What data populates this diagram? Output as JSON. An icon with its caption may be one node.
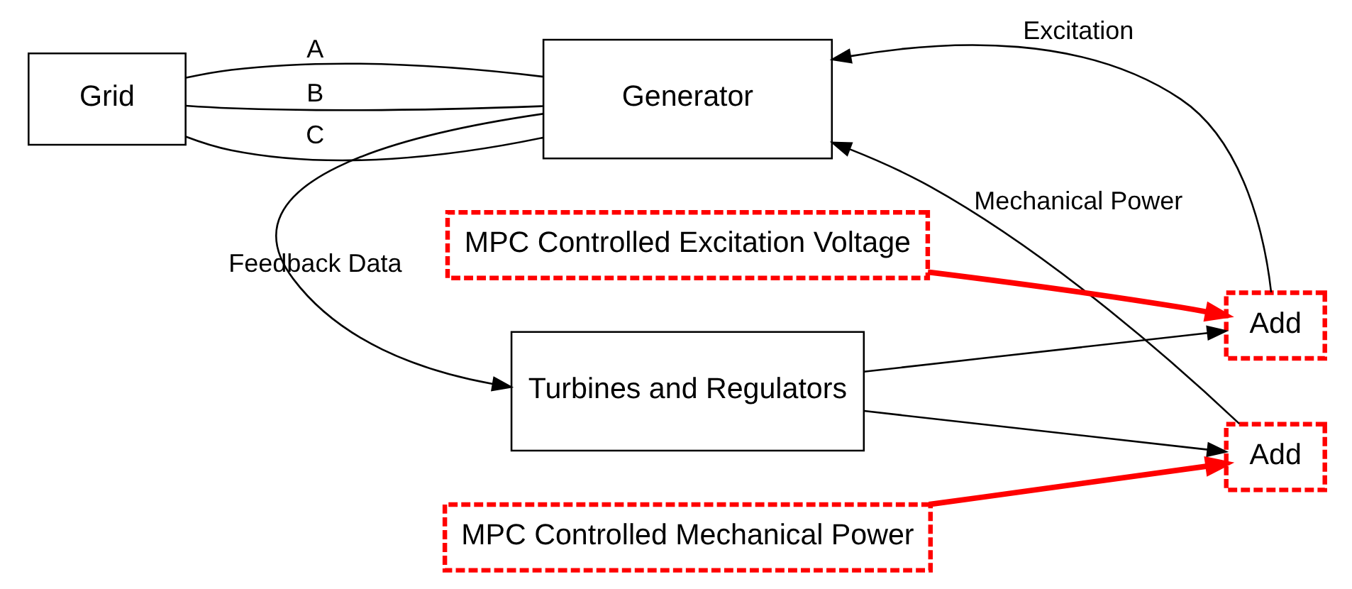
{
  "diagram": {
    "nodes": [
      {
        "text": [
          "Grid"
        ]
      },
      {
        "text": [
          "Generator"
        ]
      },
      {
        "text": [
          "Turbines and Regulators"
        ]
      },
      {
        "text": [
          "Add"
        ]
      },
      {
        "text": [
          "Add"
        ]
      },
      {
        "text": [
          "MPC Controlled Excitation Voltage"
        ]
      },
      {
        "text": [
          "MPC Controlled Mechanical Power"
        ]
      }
    ],
    "edges": [
      {
        "from": 0,
        "to": 1,
        "arrow": "none",
        "label": "A"
      },
      {
        "from": 0,
        "to": 1,
        "arrow": "none",
        "label": "B"
      },
      {
        "from": 0,
        "to": 1,
        "arrow": "none",
        "label": "C"
      },
      {
        "from": 1,
        "to": 2,
        "arrow": "to",
        "label": "Feedback Data"
      },
      {
        "from": 2,
        "to": 3,
        "arrow": "to"
      },
      {
        "from": 2,
        "to": 4,
        "arrow": "to"
      },
      {
        "from": 3,
        "to": 1,
        "arrow": "to",
        "label": "Excitation"
      },
      {
        "from": 4,
        "to": 1,
        "arrow": "to",
        "label": "Mechanical Power"
      },
      {
        "from": 5,
        "to": 3,
        "arrow": "to",
        "style": "thick",
        "color": "#ff0000"
      },
      {
        "from": 6,
        "to": 4,
        "arrow": "to",
        "style": "thick",
        "color": "#ff0000"
      }
    ]
  }
}
